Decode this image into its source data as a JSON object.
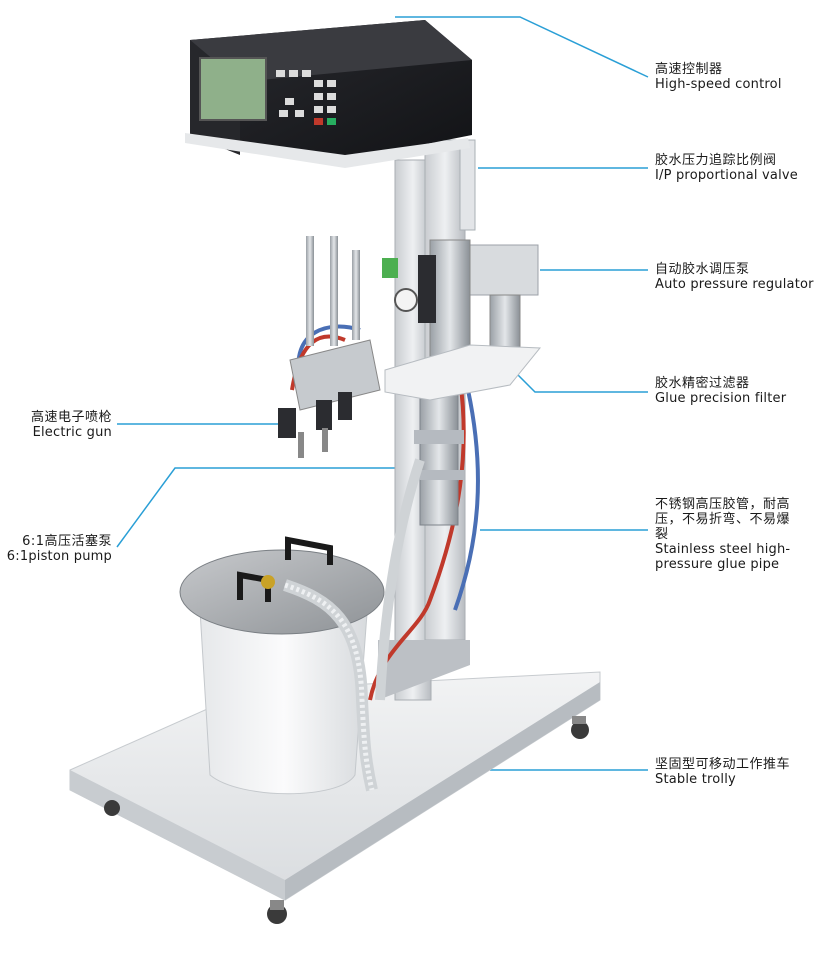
{
  "callouts": {
    "controller": {
      "zh": "高速控制器",
      "en": "High-speed control"
    },
    "valve": {
      "zh": "胶水压力追踪比例阀",
      "en": "I/P proportional valve"
    },
    "regulator": {
      "zh": "自动胶水调压泵",
      "en": "Auto pressure regulator"
    },
    "filter": {
      "zh": "胶水精密过滤器",
      "en": "Glue precision filter"
    },
    "hose": {
      "zh": "不锈钢高压胶管，耐高压，不易折弯、不易爆裂",
      "en": "Stainless steel high-pressure glue pipe"
    },
    "trolley": {
      "zh": "坚固型可移动工作推车",
      "en": "Stable trolly"
    },
    "gun": {
      "zh": "高速电子喷枪",
      "en": "Electric gun"
    },
    "pump": {
      "zh": "6:1高压活塞泵",
      "en": "6:1piston pump"
    }
  },
  "colors": {
    "leader_line": "#2a9fd6",
    "frame": "#e8eaec",
    "controller_body": "#1d1e22",
    "screen": "#8fb08a",
    "hose_red": "#c0392b",
    "hose_blue": "#4a6fb5"
  }
}
